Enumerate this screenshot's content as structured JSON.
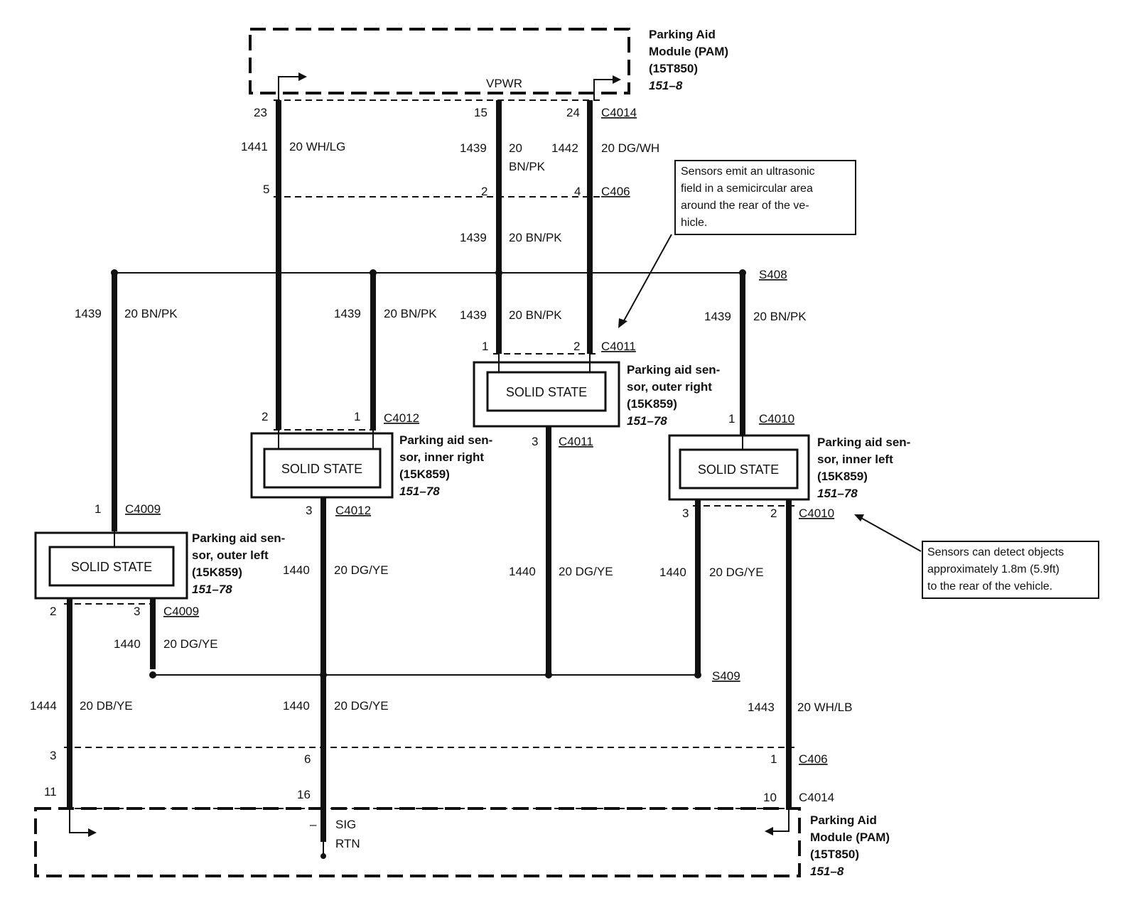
{
  "modules": {
    "pam_top": {
      "name_line1": "Parking Aid",
      "name_line2": "Module (PAM)",
      "part": "(15T850)",
      "ref": "151–8"
    },
    "pam_bottom": {
      "name_line1": "Parking Aid",
      "name_line2": "Module (PAM)",
      "part": "(15T850)",
      "ref": "151–8"
    }
  },
  "terminals": {
    "vpwr": "VPWR",
    "sig": "SIG",
    "rtn": "RTN",
    "minus": "–"
  },
  "sensors": {
    "outer_right": {
      "box": "SOLID STATE",
      "line1": "Parking aid sen-",
      "line2": "sor, outer right",
      "part": "(15K859)",
      "ref": "151–78"
    },
    "inner_right": {
      "box": "SOLID STATE",
      "line1": "Parking aid sen-",
      "line2": "sor, inner right",
      "part": "(15K859)",
      "ref": "151–78"
    },
    "inner_left": {
      "box": "SOLID STATE",
      "line1": "Parking aid sen-",
      "line2": "sor, inner left",
      "part": "(15K859)",
      "ref": "151–78"
    },
    "outer_left": {
      "box": "SOLID STATE",
      "line1": "Parking aid sen-",
      "line2": "sor, outer left",
      "part": "(15K859)",
      "ref": "151–78"
    }
  },
  "connectors": {
    "c4014_top": "C4014",
    "c406_top": "C406",
    "s408": "S408",
    "c4011_top": "C4011",
    "c4012_top": "C4012",
    "c4010_top": "C4010",
    "c4011_bot": "C4011",
    "c4012_bot": "C4012",
    "c4009_top": "C4009",
    "c4010_bot": "C4010",
    "c4009_bot": "C4009",
    "s409": "S409",
    "c406_bot": "C406",
    "c4014_bot": "C4014"
  },
  "pins": {
    "p23": "23",
    "p15": "15",
    "p24": "24",
    "p5": "5",
    "p2a": "2",
    "p4": "4",
    "p1_or": "1",
    "p2_or": "2",
    "p2_ir": "2",
    "p1_ir": "1",
    "p1_il": "1",
    "p3_or": "3",
    "p1_ol": "1",
    "p3_ir": "3",
    "p3_il": "3",
    "p2_il": "2",
    "p2_ol": "2",
    "p3_ol": "3",
    "p3b": "3",
    "p6": "6",
    "p1b": "1",
    "p11": "11",
    "p16": "16",
    "p10": "10"
  },
  "wires": {
    "w1441": {
      "circuit": "1441",
      "spec": "20 WH/LG"
    },
    "w1439_top_c": "1439",
    "w1439_top_g1": "20",
    "w1439_top_g2": "BN/PK",
    "w1442": {
      "circuit": "1442",
      "spec": "20 DG/WH"
    },
    "w1439_mid": {
      "circuit": "1439",
      "spec": "20 BN/PK"
    },
    "w1439_ol": {
      "circuit": "1439",
      "spec": "20 BN/PK"
    },
    "w1439_ir": {
      "circuit": "1439",
      "spec": "20 BN/PK"
    },
    "w1439_or": {
      "circuit": "1439",
      "spec": "20 BN/PK"
    },
    "w1439_il": {
      "circuit": "1439",
      "spec": "20 BN/PK"
    },
    "w1440_ir": {
      "circuit": "1440",
      "spec": "20 DG/YE"
    },
    "w1440_or": {
      "circuit": "1440",
      "spec": "20 DG/YE"
    },
    "w1440_il": {
      "circuit": "1440",
      "spec": "20 DG/YE"
    },
    "w1440_ol": {
      "circuit": "1440",
      "spec": "20 DG/YE"
    },
    "w1444": {
      "circuit": "1444",
      "spec": "20 DB/YE"
    },
    "w1440_bot": {
      "circuit": "1440",
      "spec": "20 DG/YE"
    },
    "w1443": {
      "circuit": "1443",
      "spec": "20 WH/LB"
    }
  },
  "notes": {
    "ultrasonic": [
      "Sensors emit an ultrasonic",
      "field in a semicircular area",
      "around the rear of the ve-",
      "hicle."
    ],
    "range": [
      "Sensors can detect objects",
      "approximately 1.8m (5.9ft)",
      "to the rear of the vehicle."
    ]
  }
}
